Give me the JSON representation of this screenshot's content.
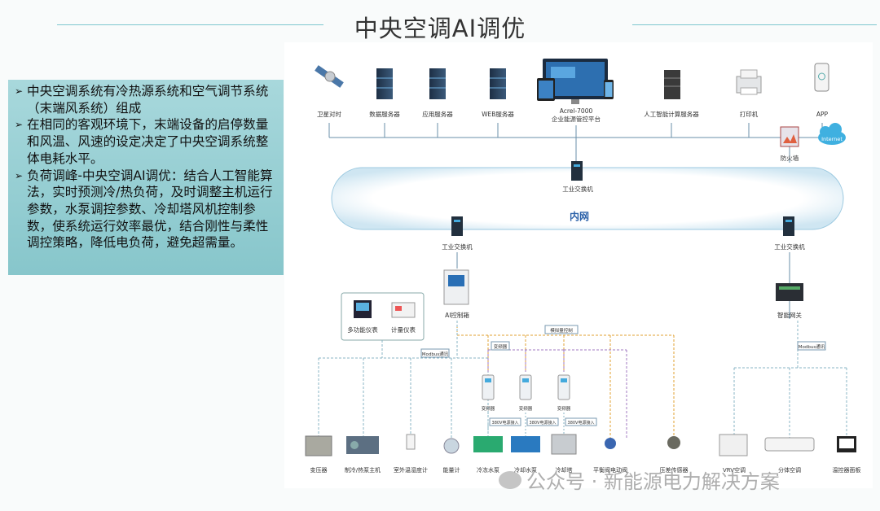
{
  "page": {
    "title": "中央空调AI调优"
  },
  "bullets": [
    "中央空调系统有冷热源系统和空气调节系统（末端风系统）组成",
    "在相同的客观环境下，末端设备的启停数量和风温、风速的设定决定了中央空调系统整体电耗水平。",
    "负荷调峰-中央空调AI调优：结合人工智能算法，实时预测冷/热负荷，及时调整主机运行参数，水泵调控参数、冷却塔风机控制参数，使系统运行效率最优，结合刚性与柔性调控策略，降低电负荷，避免超需量。"
  ],
  "diagram": {
    "top_devices": {
      "satellite": "卫星对时",
      "data_server": "数据服务器",
      "app_server": "应用服务器",
      "web_server": "WEB服务器",
      "platform_line1": "Acrel-7000",
      "platform_line2": "企业能源管控平台",
      "ai_server": "人工智能计算服务器",
      "printer": "打印机",
      "app": "APP"
    },
    "firewall": "防火墙",
    "internet": "Internet",
    "intranet": "内网",
    "switch_center": "工业交换机",
    "switch_left": "工业交换机",
    "switch_right": "工业交换机",
    "ai_control_box": "AI控制箱",
    "meter_multi": "多功能仪表",
    "meter_metering": "计量仪表",
    "smart_gateway": "智能网关",
    "bus_analog": "模拟量控制",
    "bus_modbus_left": "Modbus通讯",
    "bus_modbus_right": "Modbus通讯",
    "vfd_label": "变频器",
    "vfds": [
      "变频器",
      "变频器",
      "变频器"
    ],
    "power_inputs": [
      "380V电源接入",
      "380V电源接入",
      "380V电源接入"
    ],
    "bottom_devices": [
      "变压器",
      "制冷/热泵主机",
      "室外温湿度计",
      "能量计",
      "冷冻水泵",
      "冷却水泵",
      "冷却塔",
      "平衡阀电动阀",
      "压差传感器",
      "VRV空调",
      "分体空调",
      "温控器面板"
    ]
  },
  "watermark": "公众号 · 新能源电力解决方案"
}
